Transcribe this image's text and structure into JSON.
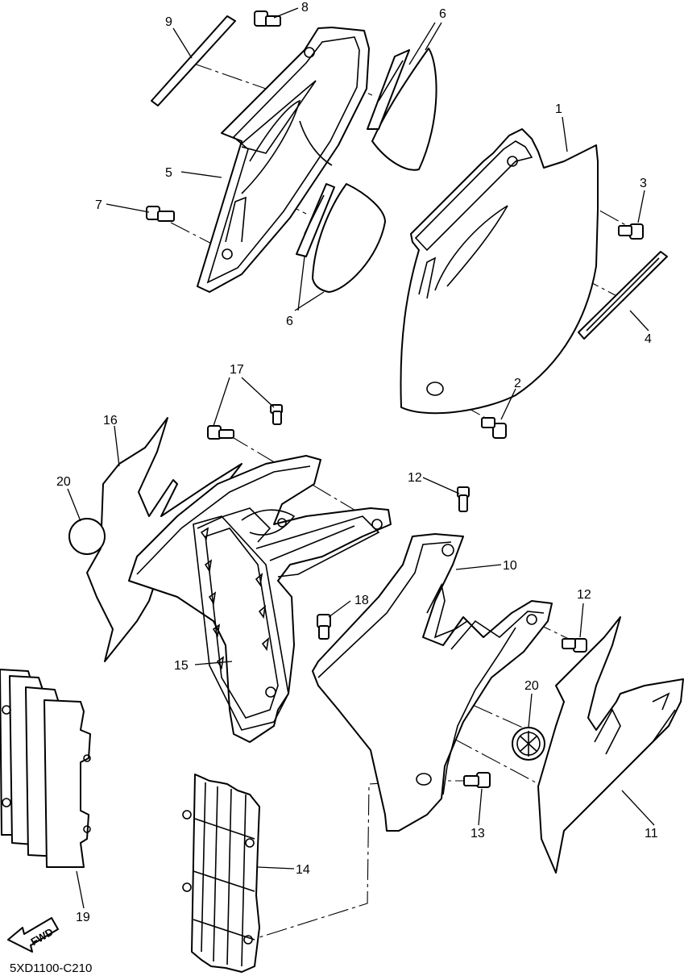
{
  "diagram_code": "5XD1100-C210",
  "fwd_label": "FWD",
  "callouts": [
    "1",
    "2",
    "3",
    "4",
    "5",
    "6",
    "6",
    "7",
    "8",
    "9",
    "10",
    "11",
    "12",
    "12",
    "13",
    "14",
    "15",
    "16",
    "17",
    "18",
    "19",
    "20",
    "20"
  ]
}
